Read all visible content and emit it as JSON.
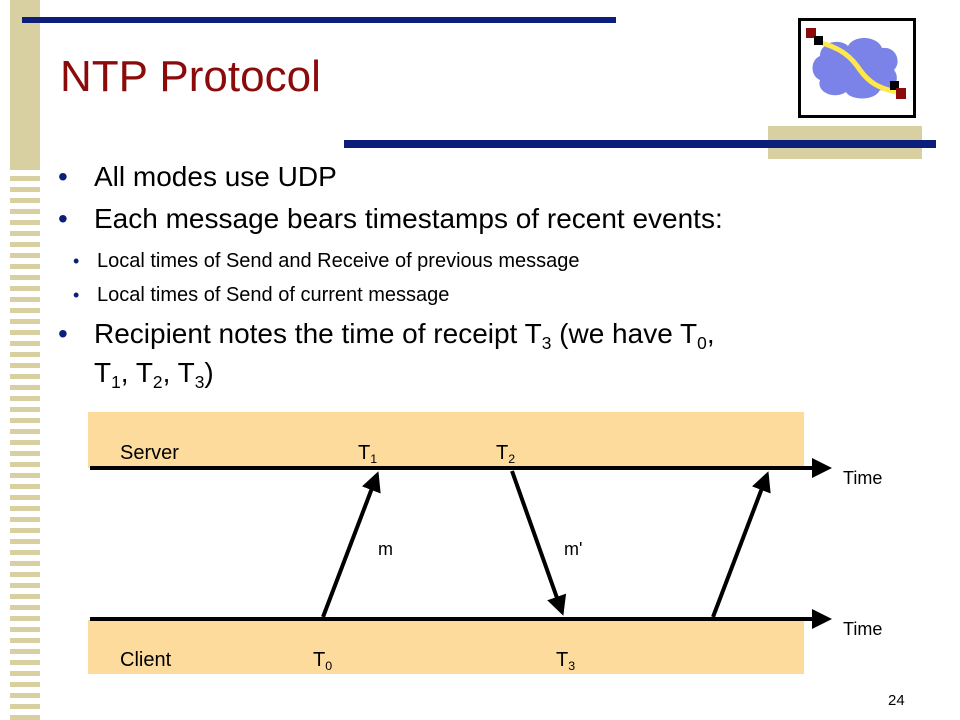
{
  "slide": {
    "title": "NTP Protocol",
    "page_number": "24"
  },
  "bullets": [
    {
      "text": "All modes use UDP"
    },
    {
      "text": "Each message bears timestamps of recent events:"
    },
    {
      "text": "Local times of Send and Receive of previous message"
    },
    {
      "text": "Local times of Send of current message"
    },
    {
      "text": "Recipient notes the time of receipt T",
      "sub_3": "3",
      "mid": " (we have T",
      "sub_0": "0",
      "comma": ",",
      "line2_t1": "T",
      "sub_1": "1",
      "sep1": ", T",
      "sub_2": "2",
      "sep2": ", T",
      "sub_3b": "3",
      "close": ")"
    }
  ],
  "diagram": {
    "server_label": "Server",
    "client_label": "Client",
    "time_label_top": "Time",
    "time_label_bottom": "Time",
    "msg_m": "m",
    "msg_m_prime": "m'",
    "t_letter": "T",
    "t0_sub": "0",
    "t1_sub": "1",
    "t2_sub": "2",
    "t3_sub": "3"
  },
  "colors": {
    "title": "#8b0a0a",
    "bullet": "#0a1e7a",
    "navy_bar": "#0a1e7a",
    "tan": "#d8d0a0",
    "band": "#fddb9c",
    "logo_cloud": "#7b83e8",
    "logo_link": "#ffe84a",
    "logo_node_red": "#8b0a0a"
  }
}
